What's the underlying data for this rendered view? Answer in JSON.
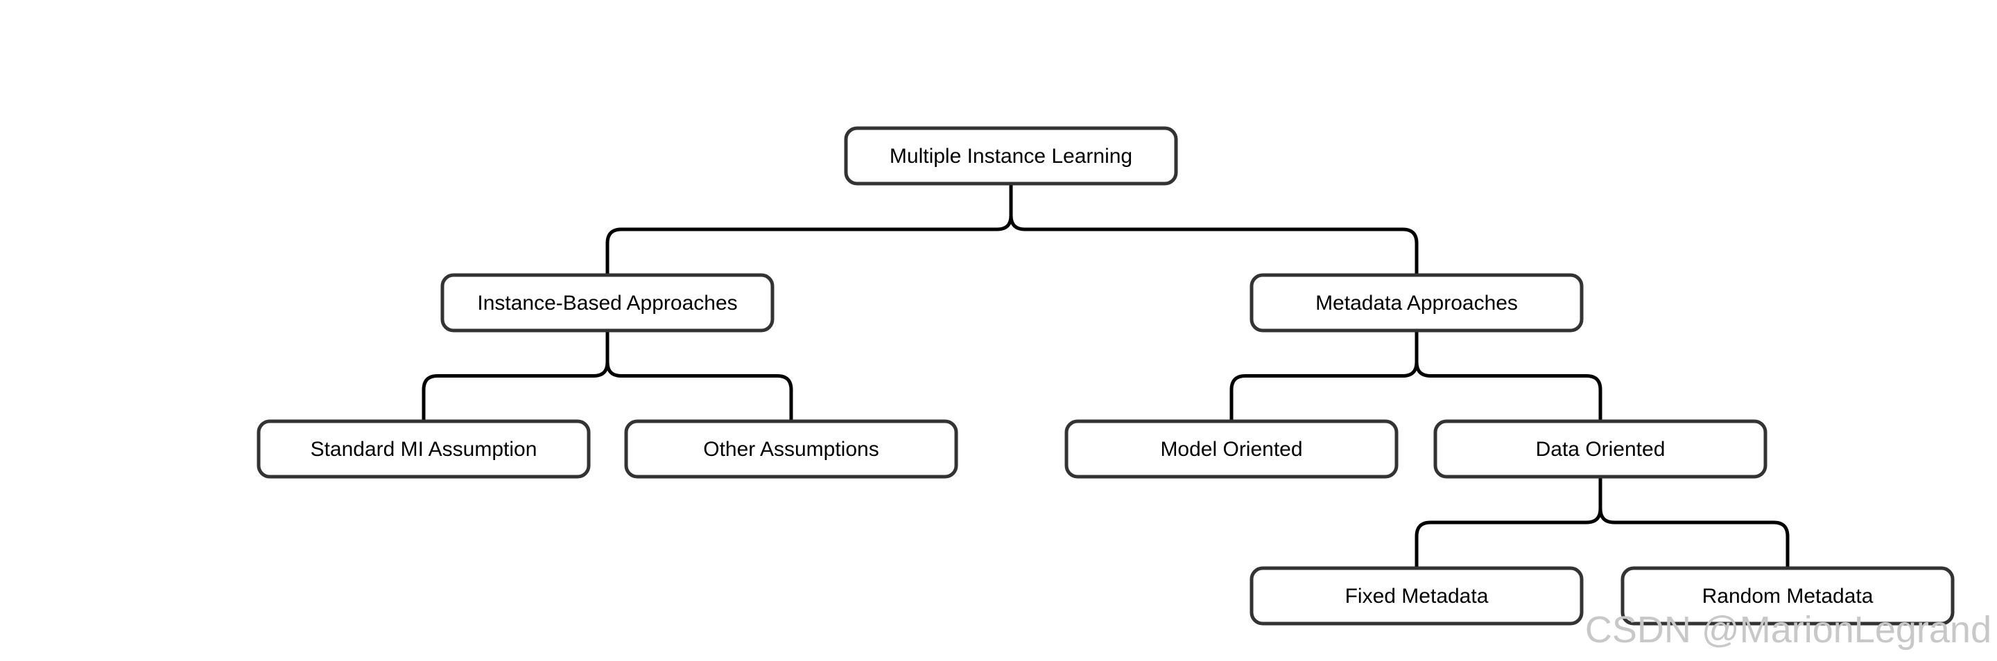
{
  "diagram": {
    "nodes": [
      {
        "id": "root",
        "label": "Multiple Instance Learning",
        "parent": null
      },
      {
        "id": "instance",
        "label": "Instance-Based Approaches",
        "parent": "root"
      },
      {
        "id": "metadata",
        "label": "Metadata Approaches",
        "parent": "root"
      },
      {
        "id": "standard",
        "label": "Standard MI Assumption",
        "parent": "instance"
      },
      {
        "id": "other",
        "label": "Other Assumptions",
        "parent": "instance"
      },
      {
        "id": "model",
        "label": "Model Oriented",
        "parent": "metadata"
      },
      {
        "id": "data",
        "label": "Data Oriented",
        "parent": "metadata"
      },
      {
        "id": "fixed",
        "label": "Fixed Metadata",
        "parent": "data"
      },
      {
        "id": "random",
        "label": "Random Metadata",
        "parent": "data"
      }
    ]
  },
  "watermark": "CSDN @MarionLegrand",
  "colors": {
    "border": "#333333",
    "edge": "#000000",
    "text": "#000000",
    "watermark": "#c8c8c8"
  }
}
